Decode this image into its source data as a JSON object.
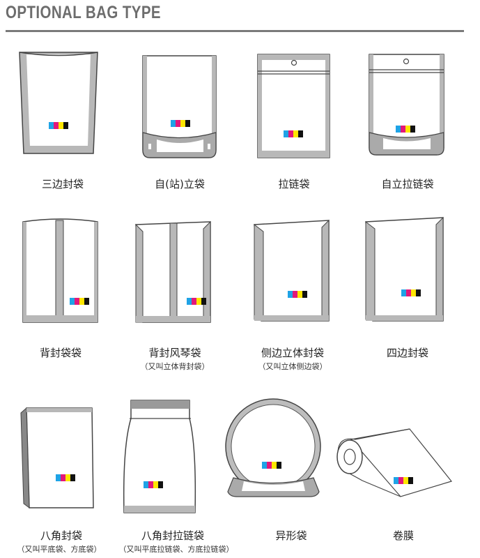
{
  "header": {
    "title": "OPTIONAL BAG TYPE"
  },
  "bags": [
    {
      "label": "三边封袋",
      "sub": ""
    },
    {
      "label": "自(站)立袋",
      "sub": ""
    },
    {
      "label": "拉链袋",
      "sub": ""
    },
    {
      "label": "自立拉链袋",
      "sub": ""
    },
    {
      "label": "背封袋袋",
      "sub": ""
    },
    {
      "label": "背封风琴袋",
      "sub": "（又叫立体背封袋）"
    },
    {
      "label": "侧边立体封袋",
      "sub": "（又叫立体侧边袋）"
    },
    {
      "label": "四边封袋",
      "sub": ""
    },
    {
      "label": "八角封袋",
      "sub": "（又叫平底袋、方底袋）"
    },
    {
      "label": "八角封拉链袋",
      "sub": "（又叫平底拉链袋、方底拉链袋）"
    },
    {
      "label": "异形袋",
      "sub": ""
    },
    {
      "label": "卷膜",
      "sub": ""
    }
  ],
  "colors": {
    "cyan": "#1fa3e6",
    "magenta": "#e2187a",
    "yellow": "#ffe600",
    "black": "#111111",
    "seal": "#b8b8b8",
    "outline": "#555555"
  }
}
